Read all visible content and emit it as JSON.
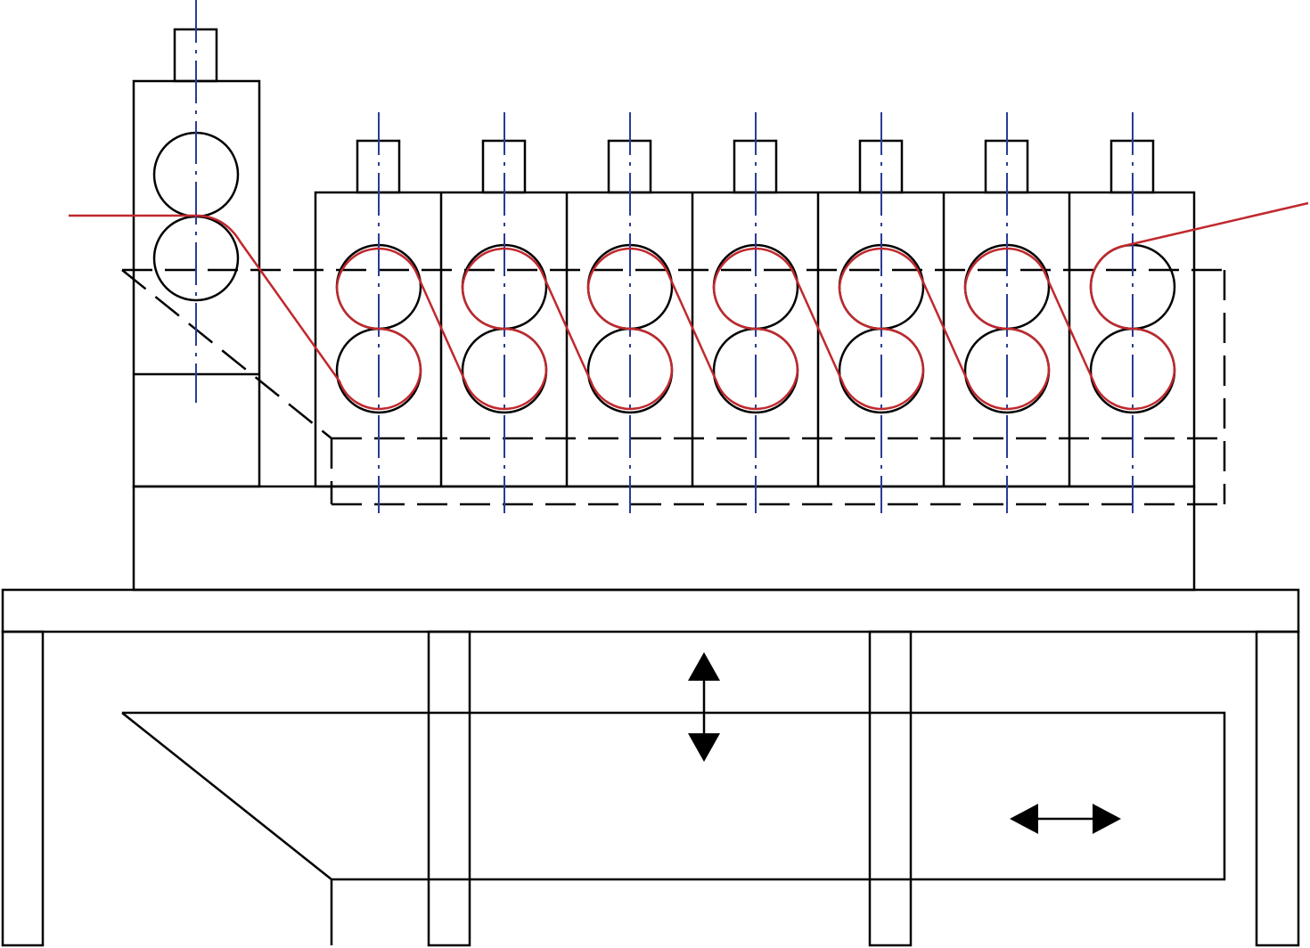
{
  "diagram": {
    "type": "roller-leveler-side-elevation",
    "stand_count": 7,
    "rolls_per_stand": 2,
    "colors": {
      "outline": "#000000",
      "centerline": "#2b3c95",
      "strip_path": "#c0282d",
      "background": "#ffffff"
    },
    "icons": [
      "vertical-double-arrow-icon",
      "horizontal-double-arrow-icon"
    ]
  }
}
